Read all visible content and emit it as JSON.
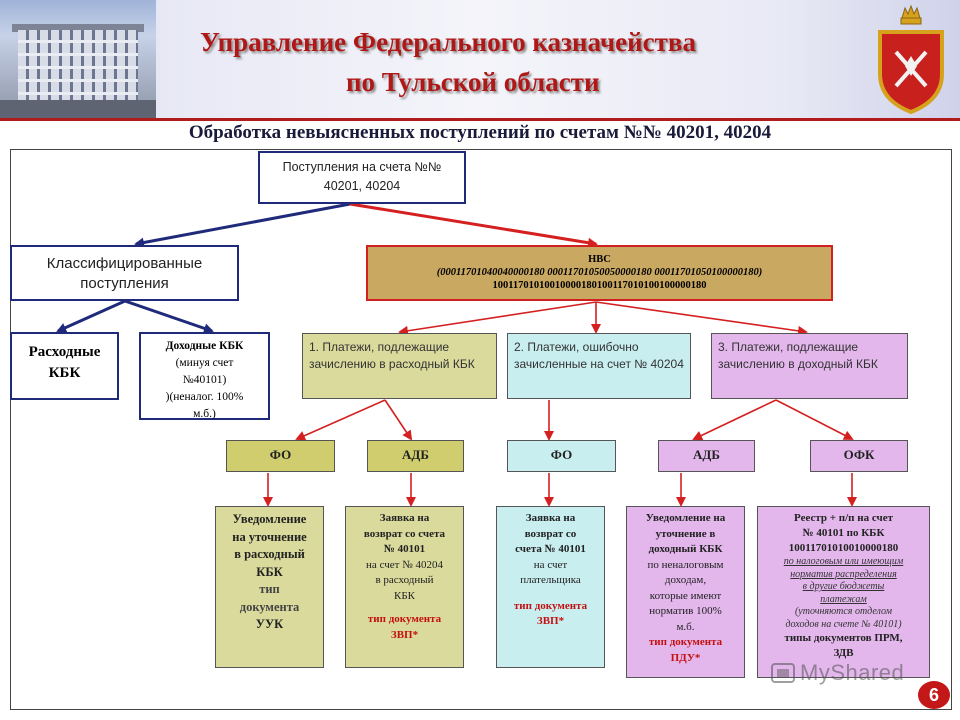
{
  "header": {
    "title_line1": "Управление Федерального казначейства",
    "title_line2": "по Тульской области",
    "subtitle": "Обработка невыясненных поступлений по счетам №№ 40201, 40204",
    "colors": {
      "title": "#b01818",
      "header_rule": "#b21b1b"
    }
  },
  "source": {
    "line1": "Поступления на счета №№",
    "line2": "40201, 40204"
  },
  "classified": {
    "line1": "Классифицированные",
    "line2": "поступления"
  },
  "expense_kbk": {
    "line1": "Расходные",
    "line2": "КБК"
  },
  "income_kbk": {
    "line1": "Доходные КБК",
    "line2": "(минуя счет",
    "line3": "№40101)",
    "line4": ")(неналог. 100%",
    "line5": "м.б.)"
  },
  "nvs": {
    "title": "НВС",
    "codes": "(00011701040040000180   00011701050050000180   00011701050100000180)",
    "code2": "100117010100100001801001170101001000001​80"
  },
  "categories": [
    {
      "text": "1. Платежи, подлежащие зачислению в расходный КБК"
    },
    {
      "text": "2. Платежи, ошибочно зачисленные на счет № 40204"
    },
    {
      "text": "3. Платежи, подлежащие зачислению в доходный КБК"
    }
  ],
  "orgs": {
    "fo1": "ФО",
    "adb1": "АДБ",
    "fo2": "ФО",
    "adb2": "АДБ",
    "ofk": "ОФК"
  },
  "doc1": {
    "l1": "Уведомление",
    "l2": "на уточнение",
    "l3": "в расходный",
    "l4": "КБК",
    "l5": "тип",
    "l6": "документа",
    "l7": "УУК"
  },
  "doc2": {
    "l1": "Заявка на",
    "l2": "возврат со счета",
    "l3": "№ 40101",
    "l4": "на счет № 40204",
    "l5": "в расходный",
    "l6": "КБК",
    "l7": "тип документа",
    "l8": "ЗВП*"
  },
  "doc3": {
    "l1": "Заявка на",
    "l2": "возврат со",
    "l3": "счета № 40101",
    "l4": "на счет",
    "l5": "плательщика",
    "l6": "тип документа",
    "l7": "ЗВП*"
  },
  "doc4": {
    "l1": "Уведомление на",
    "l2": "уточнение в",
    "l3": "доходный КБК",
    "l4": "по неналоговым",
    "l5": "доходам,",
    "l6": "которые имеют",
    "l7": "норматив 100%",
    "l8": "м.б.",
    "l9": "тип документа",
    "l10": "ПДУ*"
  },
  "doc5": {
    "l1": "Реестр + п/п на счет",
    "l2": "№ 40101 по КБК",
    "l3": "10011701010010000180",
    "l4": "по налоговым или имеющим",
    "l5": "норматив распределения",
    "l6": "в другие бюджеты",
    "l7": "платежам",
    "l8": "(уточняются отделом",
    "l9": "доходов на счете № 40101)",
    "l10": "типы документов ПРМ,",
    "l11": "ЗДВ"
  },
  "watermark": "MyShared",
  "slide_number": "6"
}
